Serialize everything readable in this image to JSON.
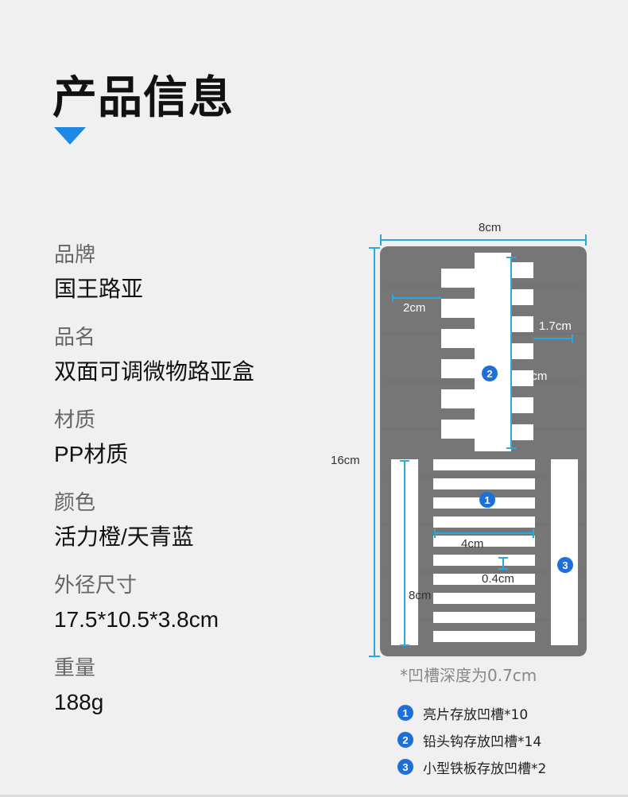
{
  "header": {
    "title": "产品信息"
  },
  "specs": [
    {
      "label": "品牌",
      "value": "国王路亚"
    },
    {
      "label": "品名",
      "value": "双面可调微物路亚盒"
    },
    {
      "label": "材质",
      "value": "PP材质"
    },
    {
      "label": "颜色",
      "value": "活力橙/天青蓝"
    },
    {
      "label": "外径尺寸",
      "value": "17.5*10.5*3.8cm"
    },
    {
      "label": "重量",
      "value": "188g"
    }
  ],
  "diagram": {
    "width_label": "8cm",
    "height_label": "16cm",
    "slot_width_label": "2cm",
    "slot_small_label": "1.7cm",
    "center_length_label": "8cm",
    "grid_width_label": "4cm",
    "grid_gap_label": "0.4cm",
    "side_length_label": "8cm",
    "markers": [
      "1",
      "2",
      "3"
    ],
    "colors": {
      "foam": "#767676",
      "slot": "#ffffff",
      "dim_line": "#29a8e0",
      "marker": "#1e6fd9"
    }
  },
  "note": "*凹槽深度为0.7cm",
  "legend": [
    {
      "num": "1",
      "text": "亮片存放凹槽*10"
    },
    {
      "num": "2",
      "text": "铅头钩存放凹槽*14"
    },
    {
      "num": "3",
      "text": "小型铁板存放凹槽*2"
    }
  ]
}
